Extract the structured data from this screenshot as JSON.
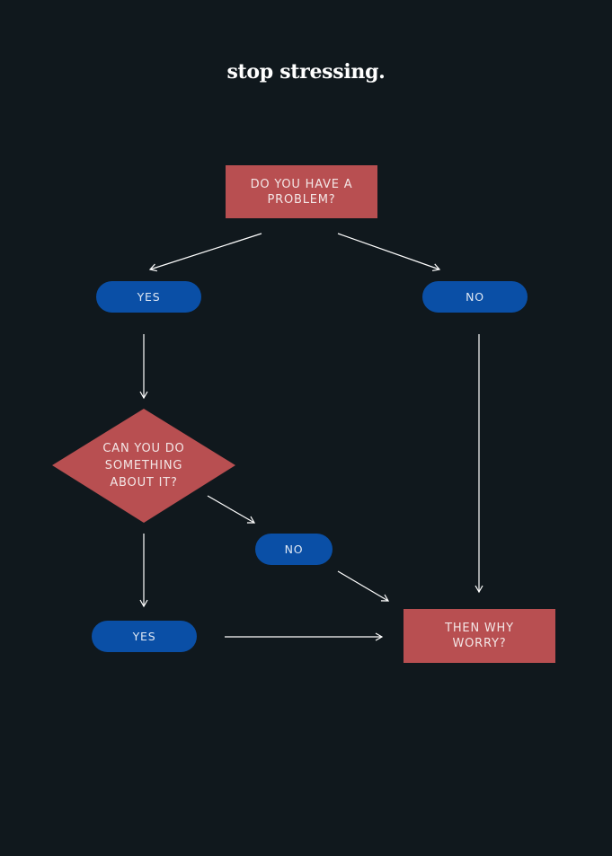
{
  "title": "stop stressing.",
  "nodes": {
    "have_problem": "DO YOU HAVE A\nPROBLEM?",
    "yes_1": "YES",
    "no_1": "NO",
    "can_you_do": "CAN YOU DO\nSOMETHING\nABOUT IT?",
    "no_2": "NO",
    "yes_2": "YES",
    "then_why": "THEN WHY\nWORRY?"
  },
  "colors": {
    "background": "#10181d",
    "question_fill": "#b84f51",
    "answer_fill": "#0a4fa6",
    "arrow": "#ffffff"
  }
}
